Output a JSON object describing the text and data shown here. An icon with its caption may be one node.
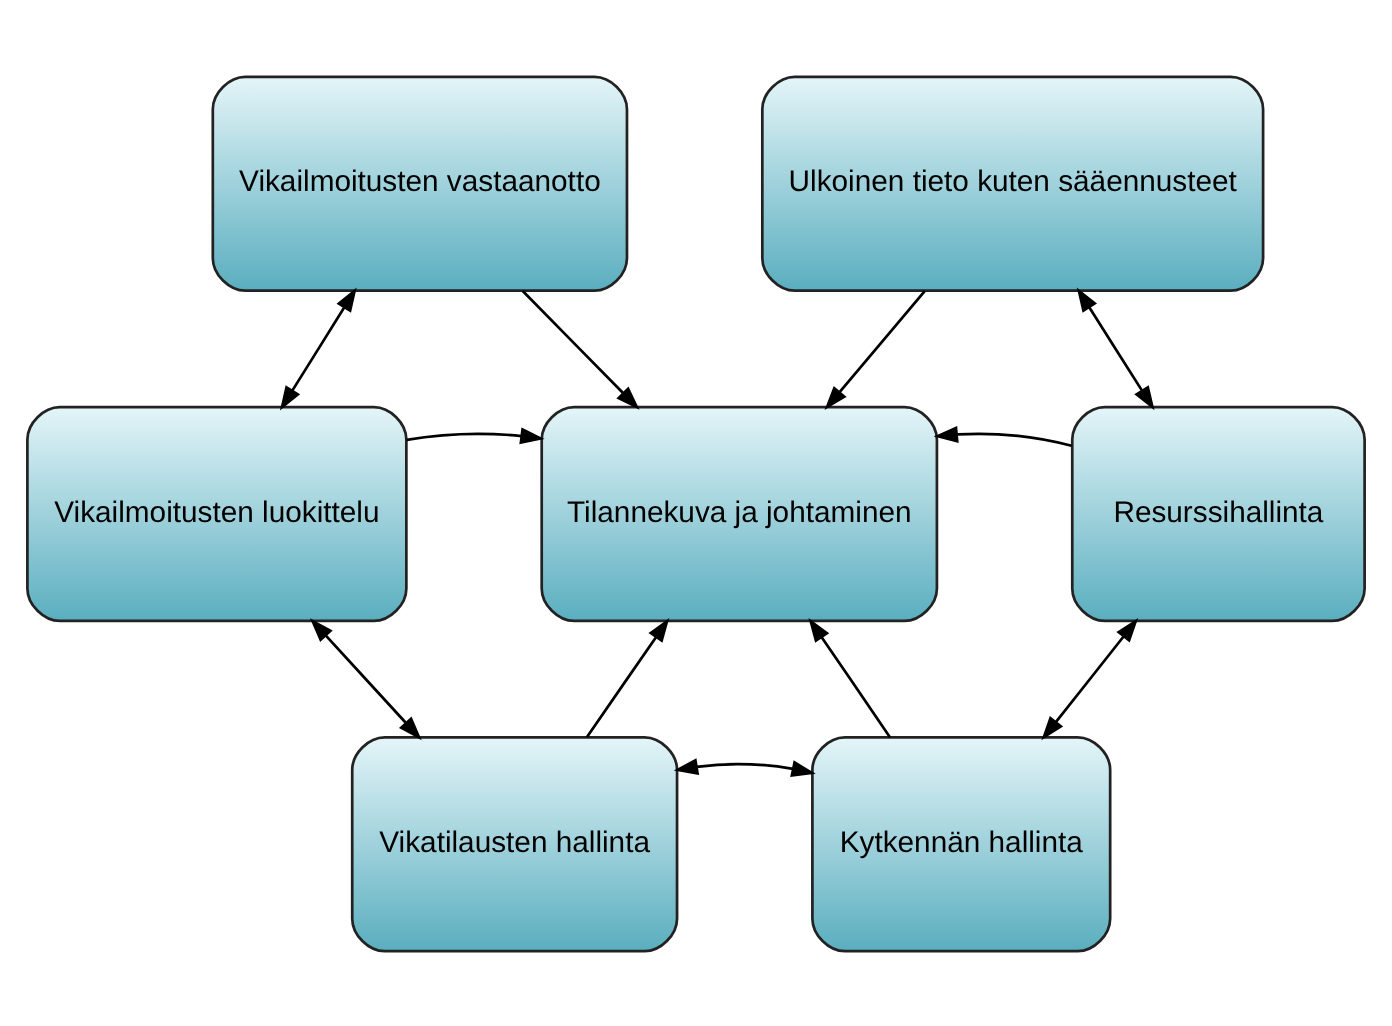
{
  "diagram": {
    "nodes": [
      {
        "text": [
          "Vikailmoitusten vastaanotto"
        ]
      },
      {
        "text": [
          "Ulkoinen tieto kuten sääennusteet"
        ]
      },
      {
        "text": [
          "Vikailmoitusten luokittelu"
        ]
      },
      {
        "text": [
          "Tilannekuva ja johtaminen"
        ]
      },
      {
        "text": [
          "Resurssihallinta"
        ]
      },
      {
        "text": [
          "Vikatilausten hallinta"
        ]
      },
      {
        "text": [
          "Kytkennän hallinta"
        ]
      }
    ],
    "edges": [
      {
        "from": 0,
        "to": 3,
        "arrow": "to"
      },
      {
        "from": 1,
        "to": 3,
        "arrow": "to"
      },
      {
        "from": 2,
        "to": 0,
        "arrow": "both"
      },
      {
        "from": 1,
        "to": 4,
        "arrow": "both"
      },
      {
        "from": 2,
        "to": 3,
        "arrow": "to"
      },
      {
        "from": 4,
        "to": 3,
        "arrow": "to"
      },
      {
        "from": 2,
        "to": 5,
        "arrow": "both"
      },
      {
        "from": 5,
        "to": 3,
        "arrow": "to"
      },
      {
        "from": 6,
        "to": 3,
        "arrow": "to"
      },
      {
        "from": 4,
        "to": 6,
        "arrow": "both"
      },
      {
        "from": 5,
        "to": 6,
        "arrow": "both"
      }
    ]
  }
}
